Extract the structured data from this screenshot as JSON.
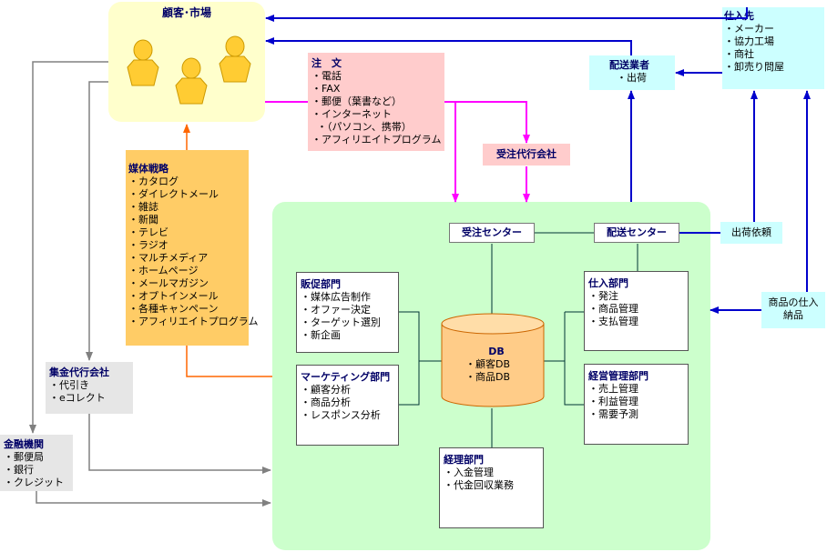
{
  "customer": {
    "title": "顧客･市場"
  },
  "media": {
    "title": "媒体戦略",
    "items": [
      "カタログ",
      "ダイレクトメール",
      "雑誌",
      "新聞",
      "テレビ",
      "ラジオ",
      "マルチメディア",
      "ホームページ",
      "メールマガジン",
      "オプトインメール",
      "各種キャンペーン",
      "アフィリエイトプログラム"
    ]
  },
  "order": {
    "title": "注　文",
    "items": [
      "電話",
      "FAX",
      "郵便（葉書など）",
      "インターネット",
      "（パソコン、携帯）",
      "アフィリエイトプログラム"
    ]
  },
  "order_agent": {
    "title": "受注代行会社"
  },
  "delivery": {
    "title": "配送業者",
    "items": [
      "出荷"
    ]
  },
  "supplier": {
    "title": "仕入先",
    "items": [
      "メーカー",
      "協力工場",
      "商社",
      "卸売り問屋"
    ]
  },
  "order_center": {
    "title": "受注センター"
  },
  "delivery_center": {
    "title": "配送センター"
  },
  "shipping_request": {
    "title": "出荷依頼"
  },
  "goods_receipt": {
    "line1": "商品の仕入",
    "line2": "納品"
  },
  "sales_promo": {
    "title": "販促部門",
    "items": [
      "媒体広告制作",
      "オファー決定",
      "ターゲット選別",
      "新企画"
    ]
  },
  "marketing": {
    "title": "マーケティング部門",
    "items": [
      "顧客分析",
      "商品分析",
      "レスポンス分析"
    ]
  },
  "db": {
    "title": "DB",
    "items": [
      "顧客DB",
      "商品DB"
    ]
  },
  "purchasing": {
    "title": "仕入部門",
    "items": [
      "発注",
      "商品管理",
      "支払管理"
    ]
  },
  "management": {
    "title": "経営管理部門",
    "items": [
      "売上管理",
      "利益管理",
      "需要予測"
    ]
  },
  "accounting": {
    "title": "経理部門",
    "items": [
      "入金管理",
      "代金回収業務"
    ]
  },
  "collection_agent": {
    "title": "集金代行会社",
    "items": [
      "代引き",
      "eコレクト"
    ]
  },
  "finance": {
    "title": "金融機関",
    "items": [
      "郵便局",
      "銀行",
      "クレジット"
    ]
  },
  "colors": {
    "customer_bg": "#ffffcc",
    "media_bg": "#ffcc66",
    "order_bg": "#ffcccc",
    "center_bg": "#ccffcc",
    "cyan_bg": "#ccffff",
    "gray_bg": "#e6e6e6",
    "db_fill": "#ffcc88",
    "arrow_blue": "#0000cc",
    "arrow_magenta": "#ff00ff",
    "arrow_orange": "#ff6600",
    "arrow_gray": "#808080"
  },
  "icons": [
    "person-icon"
  ]
}
